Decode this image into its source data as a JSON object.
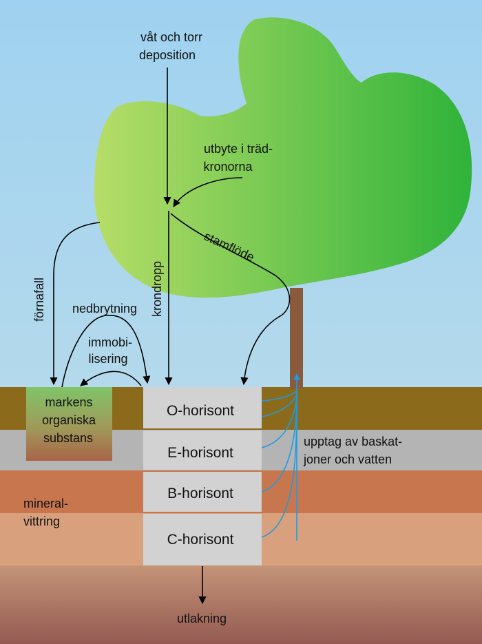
{
  "labels": {
    "deposition_1": "våt och torr",
    "deposition_2": "deposition",
    "crown_exchange_1": "utbyte i träd-",
    "crown_exchange_2": "kronorna",
    "stemflow": "stamflöde",
    "throughfall": "krondropp",
    "litterfall": "förnafall",
    "decomposition": "nedbrytning",
    "immobilization_1": "immobi-",
    "immobilization_2": "lisering",
    "organic_matter_1": "markens",
    "organic_matter_2": "organiska",
    "organic_matter_3": "substans",
    "uptake_1": "upptag av baskat-",
    "uptake_2": "joner och vatten",
    "weathering_1": "mineral-",
    "weathering_2": "vittring",
    "leaching": "utlakning"
  },
  "horizons": [
    "O-horisont",
    "E-horisont",
    "B-horisont",
    "C-horisont"
  ],
  "colors": {
    "sky_top": "#9fd2f0",
    "sky_bottom": "#b4d9ec",
    "canopy_light": "#b6dd68",
    "canopy_dark": "#2fb33a",
    "trunk": "#8a5a3c",
    "o_layer": "#8c6a1c",
    "e_layer": "#b4b4b4",
    "b_layer": "#c8764e",
    "c_layer": "#d8a07c",
    "bedrock_top": "#c49478",
    "bedrock_bottom": "#945a52",
    "horizon_box": "#d2d2d2",
    "organic_top": "#80c468",
    "organic_bottom": "#a86448",
    "uptake_arrow": "#1f9be0"
  }
}
